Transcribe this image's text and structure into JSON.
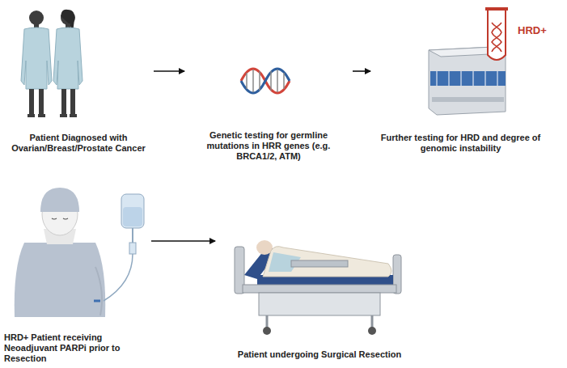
{
  "diagram": {
    "nodes": [
      {
        "text": [
          "Patient Diagnosed with Ovarian/Breast/Prostate Cancer"
        ]
      },
      {
        "text": [
          "Genetic testing for germline mutations in HRR genes (e.g. BRCA1/2, ATM)"
        ]
      },
      {
        "text": [
          "Further testing for HRD and degree of genomic instability"
        ]
      },
      {
        "text": [
          "HRD+ Patient receiving Neoadjuvant PARPi prior to Resection"
        ]
      },
      {
        "text": [
          "Patient undergoing Surgical Resection"
        ]
      }
    ],
    "edges": [
      {
        "from": 0,
        "to": 1,
        "arrow": "to"
      },
      {
        "from": 1,
        "to": 2,
        "arrow": "to"
      },
      {
        "from": 3,
        "to": 4,
        "arrow": "to"
      }
    ],
    "labels": [
      "HRD+"
    ]
  }
}
